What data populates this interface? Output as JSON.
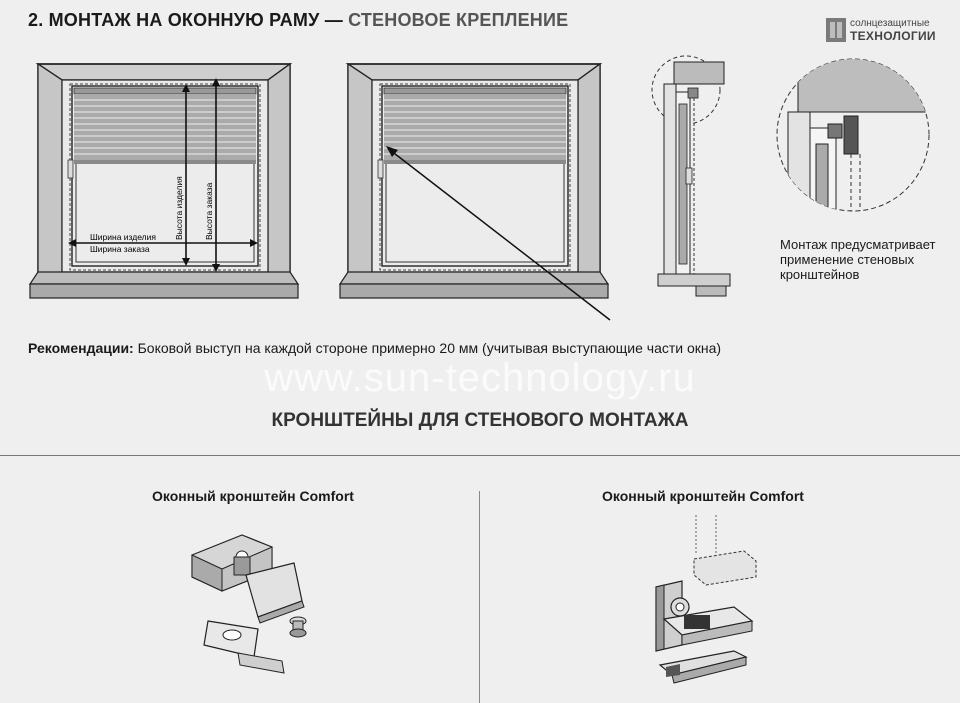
{
  "header": {
    "title_main": "2. МОНТАЖ НА ОКОННУЮ РАМУ —",
    "title_sub": "СТЕНОВОЕ КРЕПЛЕНИЕ"
  },
  "logo": {
    "line1": "солнцезащитные",
    "line2": "ТЕХНОЛОГИИ"
  },
  "diagram1": {
    "width_product": "Ширина изделия",
    "width_order": "Ширина заказа",
    "height_product": "Высота изделия",
    "height_order": "Высота заказа"
  },
  "note": {
    "text": "Монтаж предусматривает применение стеновых кронштейнов"
  },
  "recommendation": {
    "label": "Рекомендации:",
    "text": "Боковой выступ на каждой стороне примерно 20 мм (учитывая выступающие части окна)"
  },
  "watermark": "www.sun-technology.ru",
  "section": {
    "heading": "КРОНШТЕЙНЫ ДЛЯ СТЕНОВОГО МОНТАЖА"
  },
  "brackets": [
    {
      "caption": "Оконный кронштейн Comfort"
    },
    {
      "caption": "Оконный кронштейн Comfort"
    }
  ]
}
